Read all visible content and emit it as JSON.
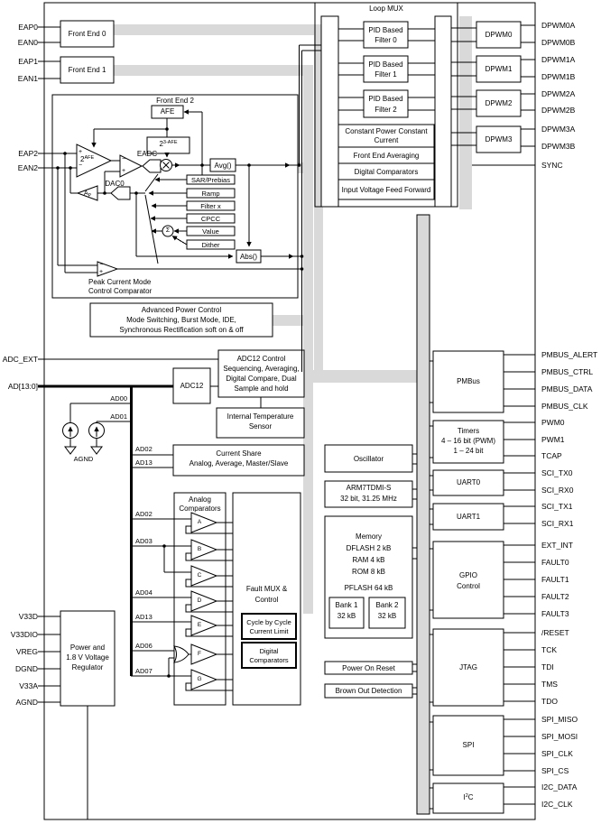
{
  "chip": {
    "pins_left": [
      "EAP0",
      "EAN0",
      "EAP1",
      "EAN1",
      "EAP2",
      "EAN2",
      "ADC_EXT",
      "AD[13:0]",
      "V33D",
      "V33DIO",
      "VREG",
      "DGND",
      "V33A",
      "AGND"
    ],
    "pins_right": [
      "DPWM0A",
      "DPWM0B",
      "DPWM1A",
      "DPWM1B",
      "DPWM2A",
      "DPWM2B",
      "DPWM3A",
      "DPWM3B",
      "SYNC",
      "PMBUS_ALERT",
      "PMBUS_CTRL",
      "PMBUS_DATA",
      "PMBUS_CLK",
      "PWM0",
      "PWM1",
      "TCAP",
      "SCI_TX0",
      "SCI_RX0",
      "SCI_TX1",
      "SCI_RX1",
      "EXT_INT",
      "FAULT0",
      "FAULT1",
      "FAULT2",
      "FAULT3",
      "/RESET",
      "TCK",
      "TDI",
      "TMS",
      "TDO",
      "SPI_MISO",
      "SPI_MOSI",
      "SPI_CLK",
      "SPI_CS",
      "I2C_DATA",
      "I2C_CLK"
    ],
    "ad_taps": [
      "AD00",
      "AD01",
      "AD02",
      "AD13",
      "AD02",
      "AD03",
      "AD04",
      "AD13",
      "AD06",
      "AD07"
    ],
    "agnd": "AGND"
  },
  "front_end": {
    "fe0": "Front End 0",
    "fe1": "Front End 1",
    "fe2_title": "Front End 2",
    "afe": "AFE",
    "gain_base": "2",
    "gain_exp": "AFE",
    "scale_base": "2",
    "scale_exp": "3-AFE",
    "eadc": "EADC",
    "dac0": "DAC0",
    "ap_base": "A",
    "ap_sub": "P",
    "avg": "Avg()",
    "abs": "Abs()",
    "mux_items": [
      "SAR/Prebias",
      "Ramp",
      "Filter x",
      "CPCC",
      "Value",
      "Dither"
    ],
    "sigma": "Σ",
    "plus": "+",
    "minus": "−",
    "peak_l1": "Peak Current Mode",
    "peak_l2": "Control Comparator"
  },
  "apc": {
    "l1": "Advanced Power Control",
    "l2": "Mode Switching, Burst Mode, IDE,",
    "l3": "Synchronous Rectification soft on & off"
  },
  "loop_mux": {
    "title": "Loop MUX",
    "pid_l1": "PID Based",
    "pid_labels": [
      "Filter 0",
      "Filter 1",
      "Filter 2"
    ],
    "cpcc_l1": "Constant Power Constant",
    "cpcc_l2": "Current",
    "fea": "Front End Averaging",
    "digcomp": "Digital Comparators",
    "ivff": "Input Voltage Feed Forward"
  },
  "dpwm": {
    "names": [
      "DPWM0",
      "DPWM1",
      "DPWM2",
      "DPWM3"
    ]
  },
  "adc": {
    "adc12": "ADC12",
    "ctrl": [
      "ADC12 Control",
      "Sequencing, Averaging,",
      "Digital Compare, Dual",
      "Sample and hold"
    ],
    "its_l1": "Internal Temperature",
    "its_l2": "Sensor",
    "cs_l1": "Current Share",
    "cs_l2": "Analog, Average, Master/Slave"
  },
  "comparators": {
    "title_l1": "Analog",
    "title_l2": "Comparators",
    "letters": [
      "A",
      "B",
      "C",
      "D",
      "E",
      "F",
      "G"
    ],
    "fault_l1": "Fault MUX &",
    "fault_l2": "Control",
    "cbc_l1": "Cycle by Cycle",
    "cbc_l2": "Current Limit",
    "dig_l1": "Digital",
    "dig_l2": "Comparators"
  },
  "system": {
    "osc": "Oscillator",
    "arm_l1": "ARM7TDMI-S",
    "arm_l2": "32 bit, 31.25 MHz",
    "mem": [
      "Memory",
      "DFLASH 2 kB",
      "RAM 4 kB",
      "ROM 8 kB"
    ],
    "pflash": "PFLASH 64 kB",
    "bank1_l1": "Bank 1",
    "bank1_l2": "32 kB",
    "bank2_l1": "Bank 2",
    "bank2_l2": "32 kB",
    "por": "Power On Reset",
    "bod": "Brown Out Detection"
  },
  "peripherals": {
    "pmbus": "PMBus",
    "timers": [
      "Timers",
      "4 – 16 bit (PWM)",
      "1 – 24 bit"
    ],
    "uart0": "UART0",
    "uart1": "UART1",
    "gpio_l1": "GPIO",
    "gpio_l2": "Control",
    "jtag": "JTAG",
    "spi": "SPI",
    "i2c_pre": "I",
    "i2c_sup": "2",
    "i2c_post": "C"
  },
  "regulator": {
    "l1": "Power and",
    "l2": "1.8 V Voltage",
    "l3": "Regulator"
  },
  "colors": {
    "bus_gray": "#d9d9d9",
    "line": "#000000",
    "background": "#ffffff"
  }
}
